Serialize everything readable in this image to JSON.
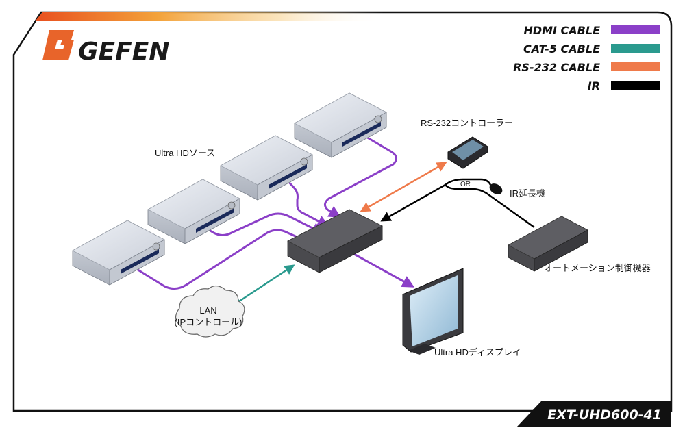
{
  "brand": {
    "name": "GEFEN"
  },
  "model": "EXT-UHD600-41",
  "legend": [
    {
      "label": "HDMI CABLE",
      "color": "#8b3fc8"
    },
    {
      "label": "CAT-5 CABLE",
      "color": "#2a9a8e"
    },
    {
      "label": "RS-232 CABLE",
      "color": "#ef7a4a"
    },
    {
      "label": "IR",
      "color": "#000000"
    }
  ],
  "labels": {
    "sources": "Ultra HDソース",
    "rs232_controller": "RS-232コントローラー",
    "ir_extender": "IR延長機",
    "or": "OR",
    "automation": "オートメーション制御機器",
    "display": "Ultra HDディスプレイ",
    "lan_line1": "LAN",
    "lan_line2": "(IPコントロール)"
  },
  "colors": {
    "hdmi": "#8b3fc8",
    "cat5": "#2a9a8e",
    "rs232": "#ef7a4a",
    "ir": "#000000",
    "accent_orange": "#f08a24",
    "model_bar": "#111111"
  }
}
